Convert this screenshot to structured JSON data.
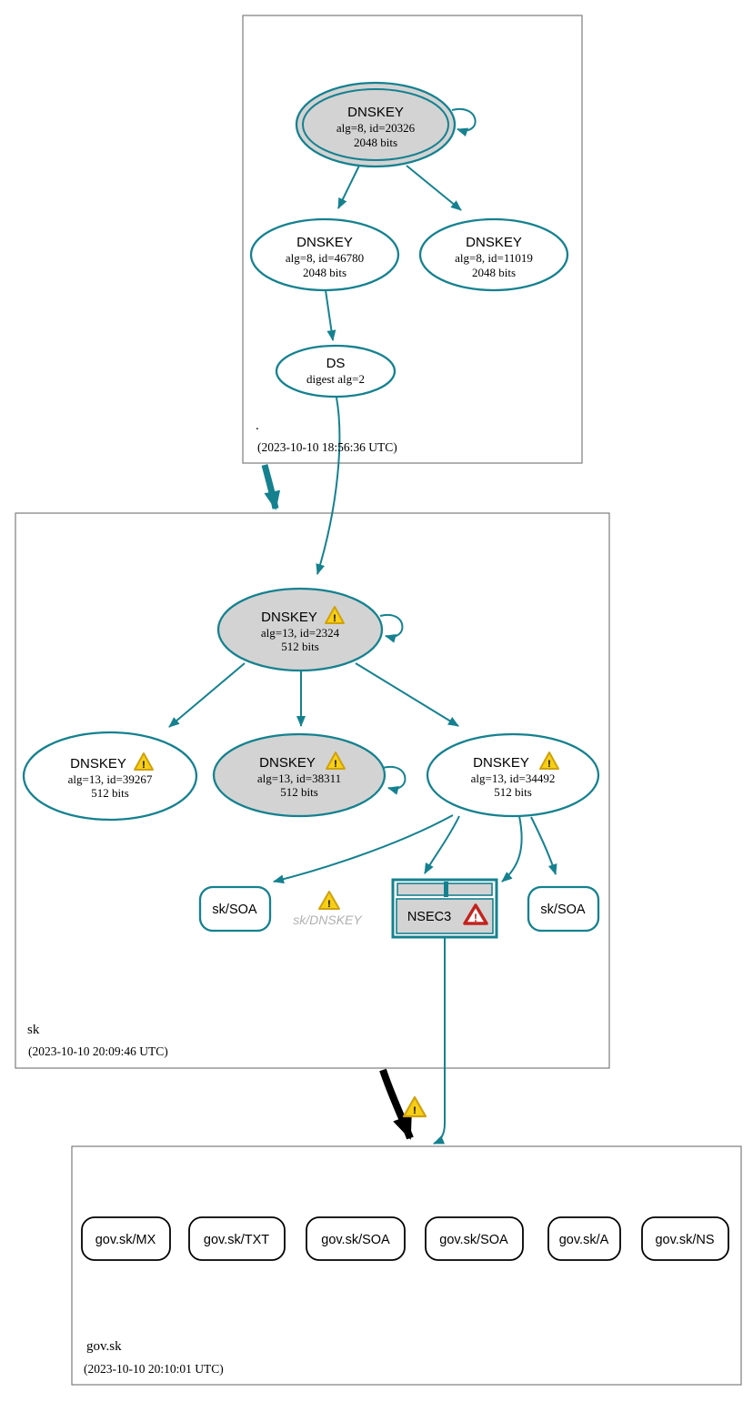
{
  "colors": {
    "edge_teal": "#15818f",
    "node_gray_fill": "#d3d3d3",
    "warning_yellow": "#f7cf17",
    "error_red": "#c3231e",
    "box_border": "#7d7d7d"
  },
  "icons": {
    "warning_glyph": "!",
    "error_glyph": "!"
  },
  "root_zone": {
    "label": ".",
    "timestamp": "(2023-10-10 18:56:36 UTC)",
    "nodes": {
      "ksk": {
        "title": "DNSKEY",
        "line2": "alg=8, id=20326",
        "line3": "2048 bits"
      },
      "zsk1": {
        "title": "DNSKEY",
        "line2": "alg=8, id=46780",
        "line3": "2048 bits"
      },
      "zsk2": {
        "title": "DNSKEY",
        "line2": "alg=8, id=11019",
        "line3": "2048 bits"
      },
      "ds": {
        "title": "DS",
        "line2": "digest alg=2"
      }
    }
  },
  "sk_zone": {
    "label": "sk",
    "timestamp": "(2023-10-10 20:09:46 UTC)",
    "nodes": {
      "ksk": {
        "title": "DNSKEY",
        "line2": "alg=13, id=2324",
        "line3": "512 bits"
      },
      "key39267": {
        "title": "DNSKEY",
        "line2": "alg=13, id=39267",
        "line3": "512 bits"
      },
      "key38311": {
        "title": "DNSKEY",
        "line2": "alg=13, id=38311",
        "line3": "512 bits"
      },
      "key34492": {
        "title": "DNSKEY",
        "line2": "alg=13, id=34492",
        "line3": "512 bits"
      },
      "soa_left": {
        "label": "sk/SOA"
      },
      "dnskey_missing": {
        "label": "sk/DNSKEY"
      },
      "nsec3": {
        "label": "NSEC3"
      },
      "soa_right": {
        "label": "sk/SOA"
      }
    }
  },
  "govsk_zone": {
    "label": "gov.sk",
    "timestamp": "(2023-10-10 20:10:01 UTC)",
    "rrsets": [
      {
        "label": "gov.sk/MX"
      },
      {
        "label": "gov.sk/TXT"
      },
      {
        "label": "gov.sk/SOA"
      },
      {
        "label": "gov.sk/SOA"
      },
      {
        "label": "gov.sk/A"
      },
      {
        "label": "gov.sk/NS"
      }
    ]
  }
}
